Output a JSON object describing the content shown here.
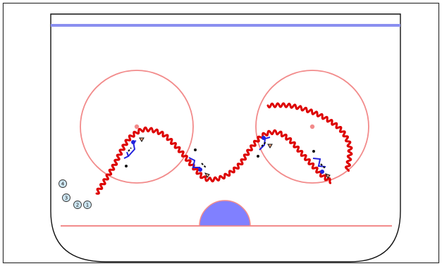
{
  "diagram": {
    "type": "hockey-drill",
    "zone": "offensive-zone",
    "colors": {
      "background": "#ffffff",
      "frame": "#333333",
      "boards": "#111111",
      "blue_line": "#8a8ff0",
      "circle_line": "#f28b8b",
      "goal_line": "#f28b8b",
      "crease_fill": "#8080ff",
      "crease_outline": "#f28b8b",
      "skating_path": "#dd0000",
      "player_path": "#2222dd",
      "pylon": "#111111",
      "player_token_fill": "#cde6f2"
    },
    "players": [
      {
        "id": "4",
        "label": "4"
      },
      {
        "id": "3",
        "label": "3"
      },
      {
        "id": "2",
        "label": "2"
      },
      {
        "id": "1",
        "label": "1"
      }
    ],
    "icons": [
      "player-token-icon",
      "pylon-icon",
      "passer-icon",
      "skater-path-icon",
      "net-crease-icon"
    ]
  }
}
